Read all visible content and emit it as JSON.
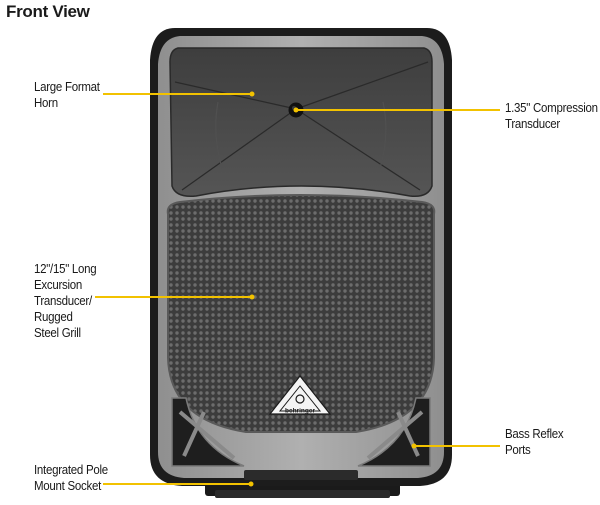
{
  "title": "Front View",
  "brand": "behringer",
  "colors": {
    "leader_line": "#f2c200",
    "cabinet": "#1c1c1c",
    "baffle": "#9a9a9a",
    "grille": "#4a4a4a",
    "horn": "#474747"
  },
  "callouts": {
    "horn": {
      "lines": [
        "Large Format",
        "Horn"
      ]
    },
    "compression": {
      "lines": [
        "1.35\" Compression",
        "Transducer"
      ]
    },
    "woofer": {
      "lines": [
        "12\"/15\" Long",
        "Excursion",
        "Transducer/",
        "Rugged",
        "Steel Grill"
      ]
    },
    "bass_reflex": {
      "lines": [
        "Bass Reflex",
        "Ports"
      ]
    },
    "pole_mount": {
      "lines": [
        "Integrated Pole",
        "Mount Socket"
      ]
    }
  }
}
